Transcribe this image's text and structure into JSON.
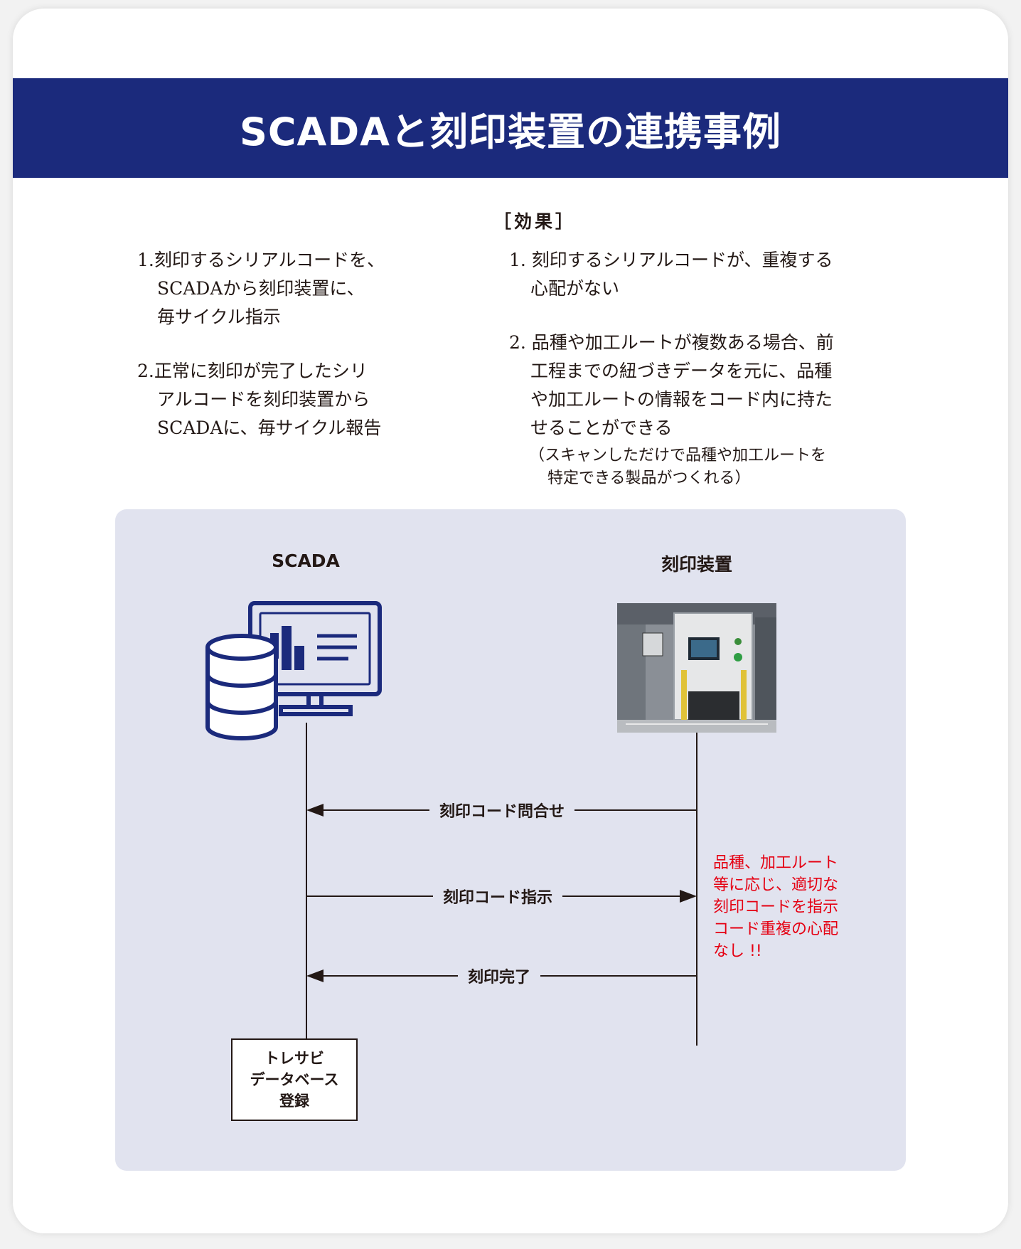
{
  "title": "SCADAと刻印装置の連携事例",
  "left_list": {
    "item1": [
      "1.刻印するシリアルコードを、",
      "SCADAから刻印装置に、",
      "毎サイクル指示"
    ],
    "item2": [
      "2.正常に刻印が完了したシリ",
      "アルコードを刻印装置から",
      "SCADAに、毎サイクル報告"
    ]
  },
  "effects": {
    "heading": "［効果］",
    "item1": [
      "1. 刻印するシリアルコードが、重複する",
      "心配がない"
    ],
    "item2": [
      "2. 品種や加工ルートが複数ある場合、前",
      "工程までの紐づきデータを元に、品種",
      "や加工ルートの情報をコード内に持た",
      "せることができる"
    ],
    "item2_note": [
      "（スキャンしただけで品種や加工ルートを",
      "特定できる製品がつくれる）"
    ]
  },
  "diagram": {
    "left_title": "SCADA",
    "right_title": "刻印装置",
    "msg1": "刻印コード問合せ",
    "msg2": "刻印コード指示",
    "msg3": "刻印完了",
    "note": [
      "品種、加工ルート",
      "等に応じ、適切な",
      "刻印コードを指示",
      "コード重複の心配",
      "なし !!"
    ],
    "db_box": [
      "トレサビ",
      "データベース",
      "登録"
    ]
  },
  "colors": {
    "banner": "#1b2a7c",
    "icon": "#1b2a7c",
    "panel": "#e1e3ef",
    "note": "#e50012"
  }
}
